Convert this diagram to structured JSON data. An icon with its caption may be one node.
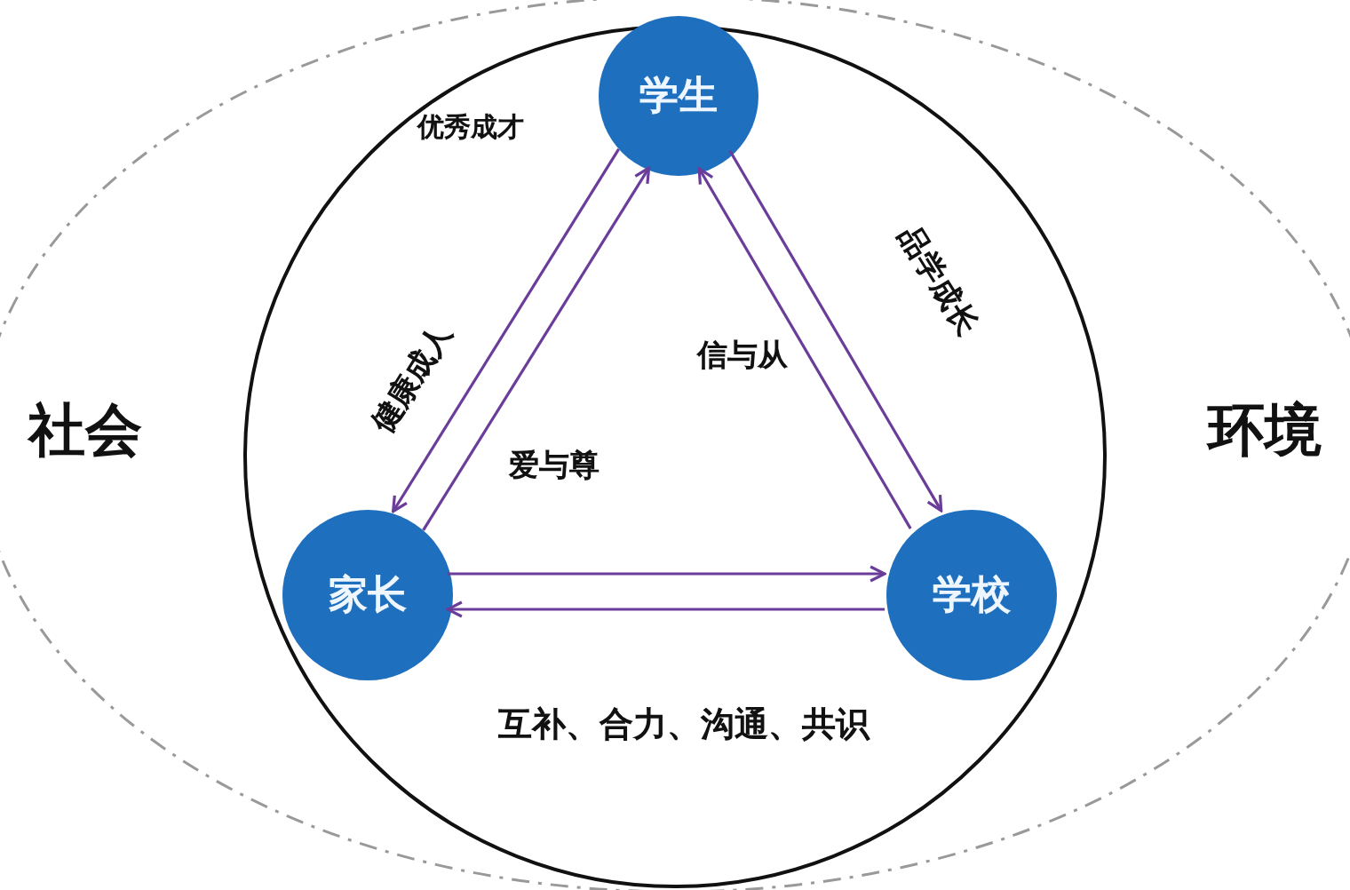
{
  "diagram": {
    "nodes": [
      {
        "text": [
          "社会",
          "环境"
        ]
      },
      {
        "text": [],
        "shape": "circle",
        "in": 0
      },
      {
        "text": [
          "学生"
        ],
        "in": 1
      },
      {
        "text": [
          "家长"
        ],
        "in": 1
      },
      {
        "text": [
          "学校"
        ],
        "in": 1
      }
    ],
    "edges": [
      {
        "from": 3,
        "to": 2,
        "arrow": "to"
      },
      {
        "from": 2,
        "to": 3,
        "arrow": "to"
      },
      {
        "from": 2,
        "to": 4,
        "arrow": "to"
      },
      {
        "from": 4,
        "to": 2,
        "arrow": "to"
      },
      {
        "from": 3,
        "to": 4,
        "arrow": "to"
      },
      {
        "from": 4,
        "to": 3,
        "arrow": "to"
      }
    ],
    "labels": [
      "优秀成才",
      "健康成人",
      "品学成长",
      "信与从",
      "爱与尊",
      "互补、合力、沟通、共识"
    ]
  }
}
